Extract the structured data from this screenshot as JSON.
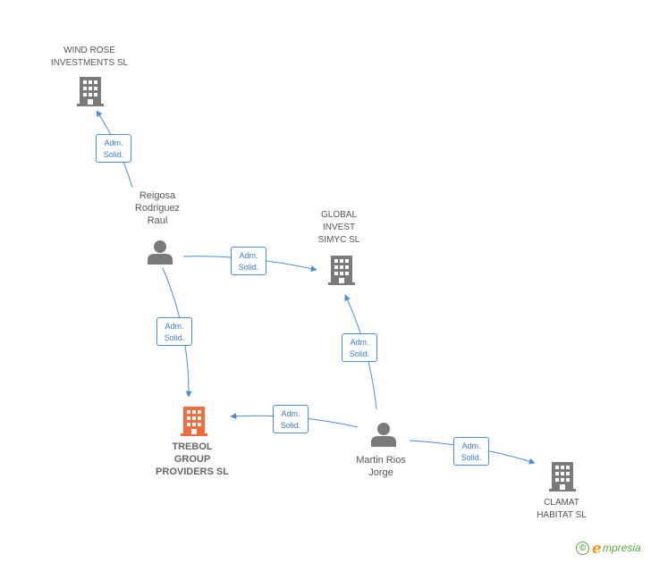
{
  "colors": {
    "edge": "#4a8fd6",
    "icon_gray": "#7a7a7a",
    "icon_focus": "#f26a3d"
  },
  "nodes": {
    "wind_rose": {
      "type": "company",
      "lines": [
        "WIND ROSE",
        "INVESTMENTS SL"
      ]
    },
    "reigosa": {
      "type": "person",
      "lines": [
        "Reigosa",
        "Rodriguez",
        "Raul"
      ]
    },
    "global_invest": {
      "type": "company",
      "lines": [
        "GLOBAL",
        "INVEST",
        "SIMYC SL"
      ]
    },
    "trebol": {
      "type": "company",
      "focus": true,
      "lines": [
        "TREBOL",
        "GROUP",
        "PROVIDERS SL"
      ]
    },
    "martin": {
      "type": "person",
      "lines": [
        "Martin Rios",
        "Jorge"
      ]
    },
    "clamat": {
      "type": "company",
      "lines": [
        "CLAMAT",
        "HABITAT SL"
      ]
    }
  },
  "edges": [
    {
      "from": "reigosa",
      "to": "wind_rose",
      "label": [
        "Adm.",
        "Solid."
      ]
    },
    {
      "from": "reigosa",
      "to": "global_invest",
      "label": [
        "Adm.",
        "Solid."
      ]
    },
    {
      "from": "reigosa",
      "to": "trebol",
      "label": [
        "Adm.",
        "Solid."
      ]
    },
    {
      "from": "martin",
      "to": "global_invest",
      "label": [
        "Adm.",
        "Solid."
      ]
    },
    {
      "from": "martin",
      "to": "trebol",
      "label": [
        "Adm.",
        "Solid."
      ]
    },
    {
      "from": "martin",
      "to": "clamat",
      "label": [
        "Adm.",
        "Solid."
      ]
    }
  ],
  "footer": {
    "copyright_symbol": "©",
    "brand_initial": "e",
    "brand_rest": "mpresia"
  }
}
